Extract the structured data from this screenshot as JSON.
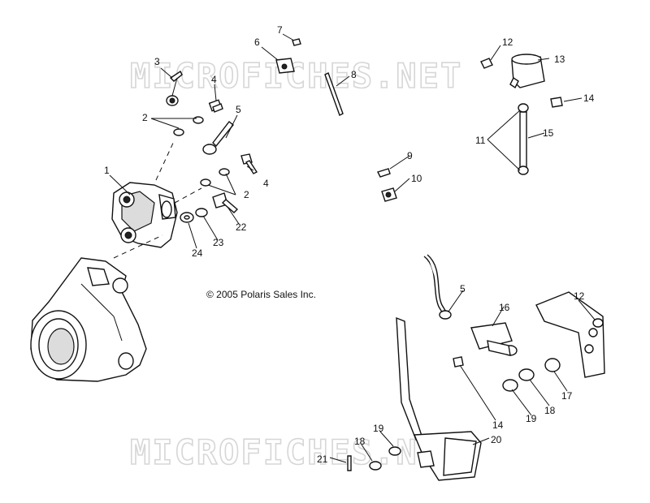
{
  "watermarks": [
    "MICROFICHES.NET",
    "MICROFICHES.NET"
  ],
  "copyright": "© 2005 Polaris Sales Inc.",
  "callouts": {
    "c1": "1",
    "c2a": "2",
    "c2b": "2",
    "c3": "3",
    "c4a": "4",
    "c4b": "4",
    "c5a": "5",
    "c5b": "5",
    "c6": "6",
    "c7": "7",
    "c8": "8",
    "c9": "9",
    "c10": "10",
    "c11": "11",
    "c12a": "12",
    "c12b": "12",
    "c13": "13",
    "c14a": "14",
    "c14b": "14",
    "c15": "15",
    "c16": "16",
    "c17": "17",
    "c18a": "18",
    "c18b": "18",
    "c19a": "19",
    "c19b": "19",
    "c20": "20",
    "c21": "21",
    "c22": "22",
    "c23": "23",
    "c24": "24"
  }
}
